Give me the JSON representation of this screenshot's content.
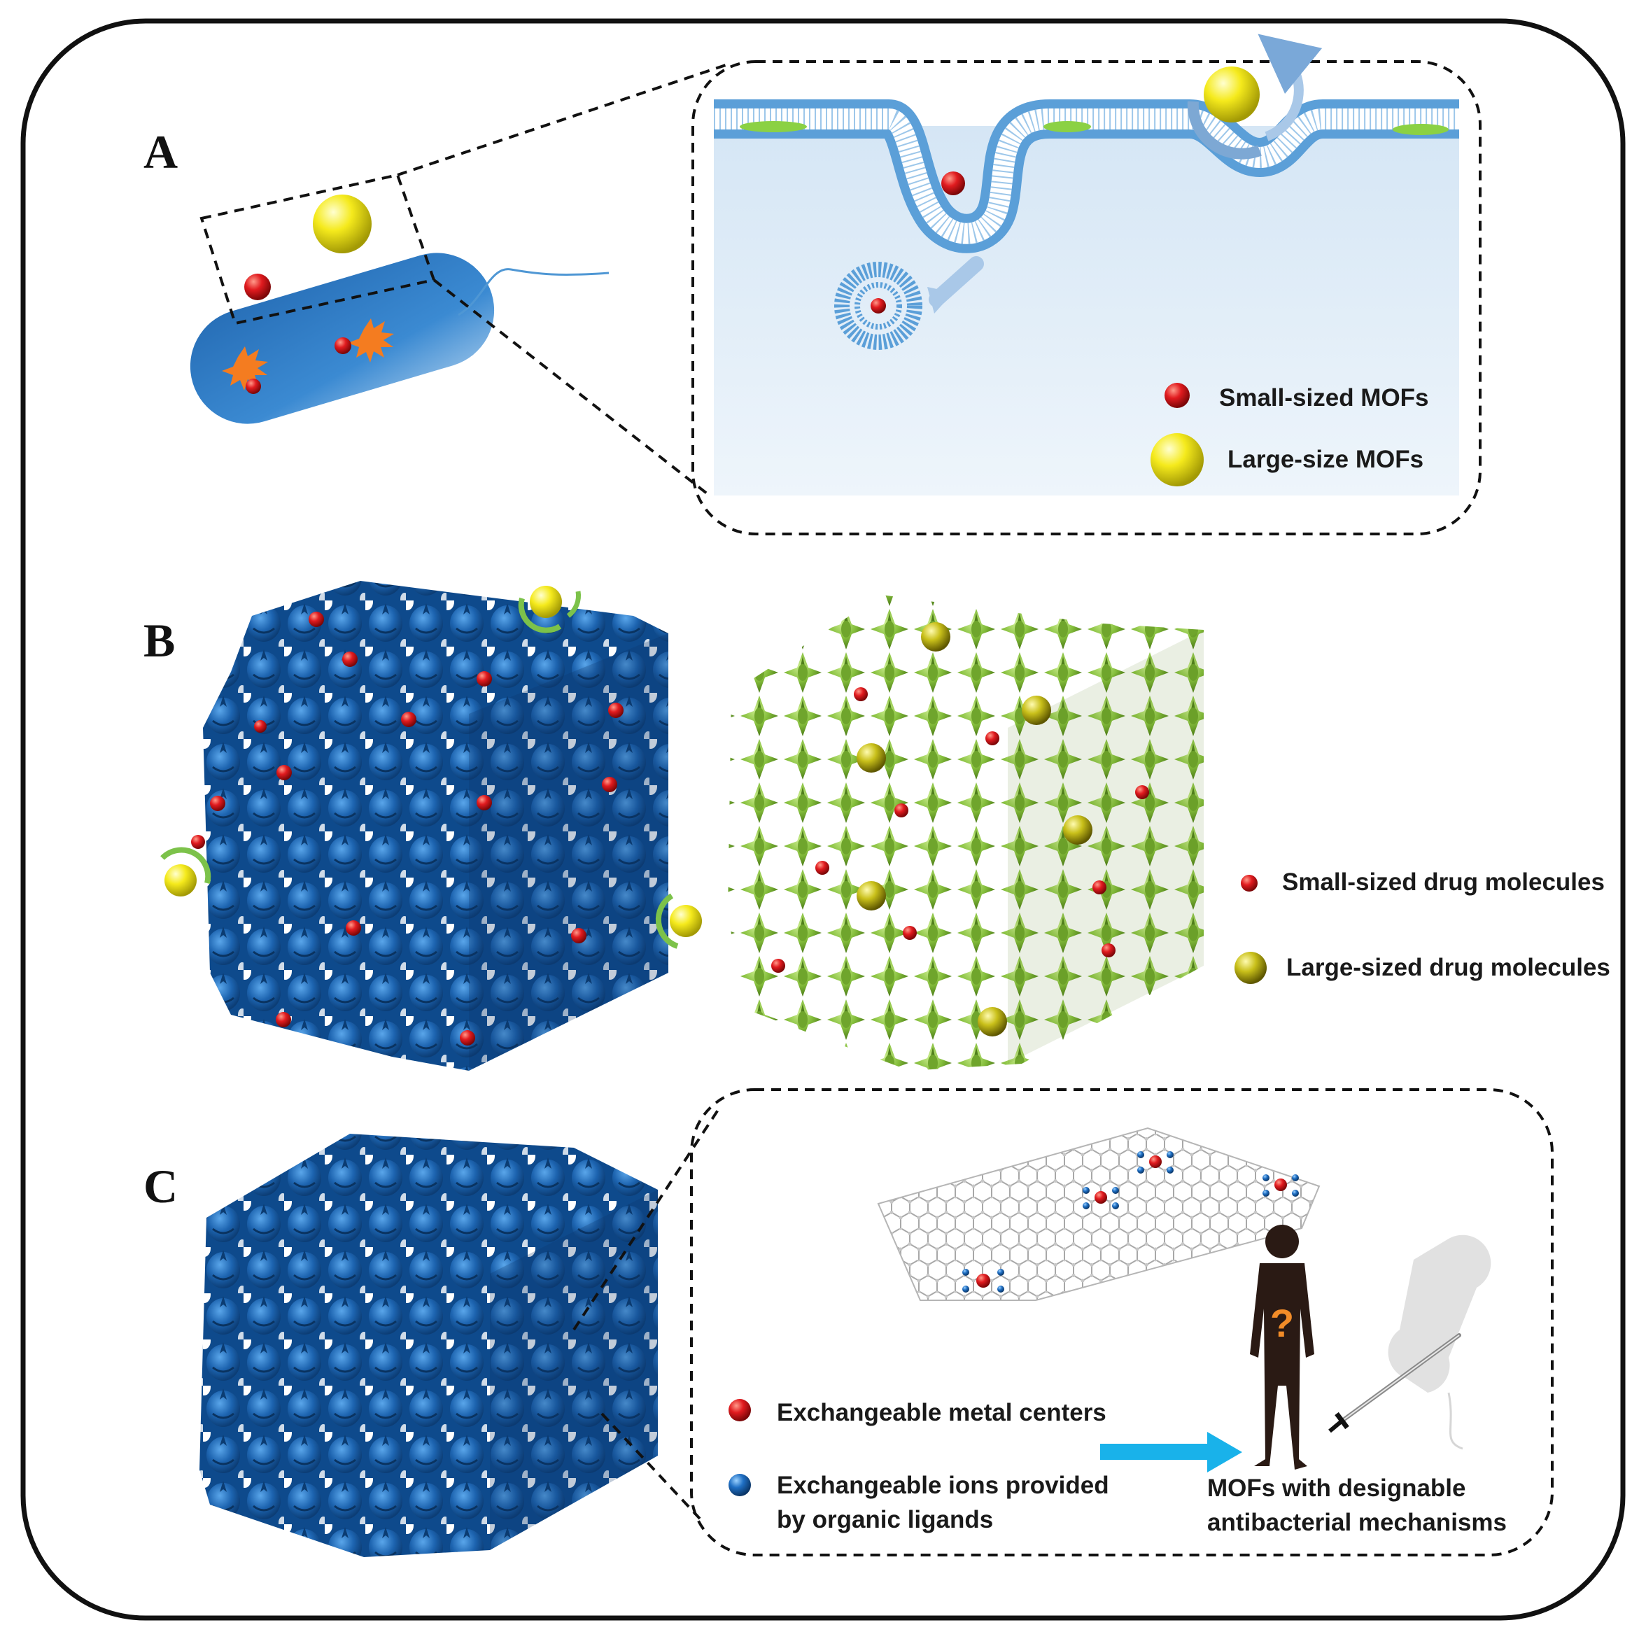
{
  "panels": {
    "a_label": "A",
    "b_label": "B",
    "c_label": "C"
  },
  "panel_a": {
    "legend_small": "Small-sized MOFs",
    "legend_large": "Large-size MOFs"
  },
  "panel_b": {
    "legend_small": "Small-sized drug molecules",
    "legend_large": "Large-sized drug molecules"
  },
  "panel_c": {
    "legend_metal": "Exchangeable metal centers",
    "legend_ions_line1": "Exchangeable ions provided",
    "legend_ions_line2": "by organic ligands",
    "result_line1": "MOFs with designable",
    "result_line2": "antibacterial mechanisms",
    "question_mark": "?"
  },
  "colors": {
    "frame": "#111111",
    "bacterium": "#2a78c4",
    "membrane": "#4f97d4",
    "cell_interior": "#e3eef8",
    "mof_blue": "#1f6db5",
    "mof_green": "#86bf3d",
    "small_particle": "#d8181c",
    "large_particle": "#f2e71a",
    "large_drug": "#c8c11e",
    "arrow": "#19b2ea",
    "rotation_arrow": "#7cc24a"
  },
  "icons": {
    "person": "silhouette-person-icon",
    "sword": "sword-icon",
    "bacterium_ghost": "bacterium-outline-icon"
  }
}
